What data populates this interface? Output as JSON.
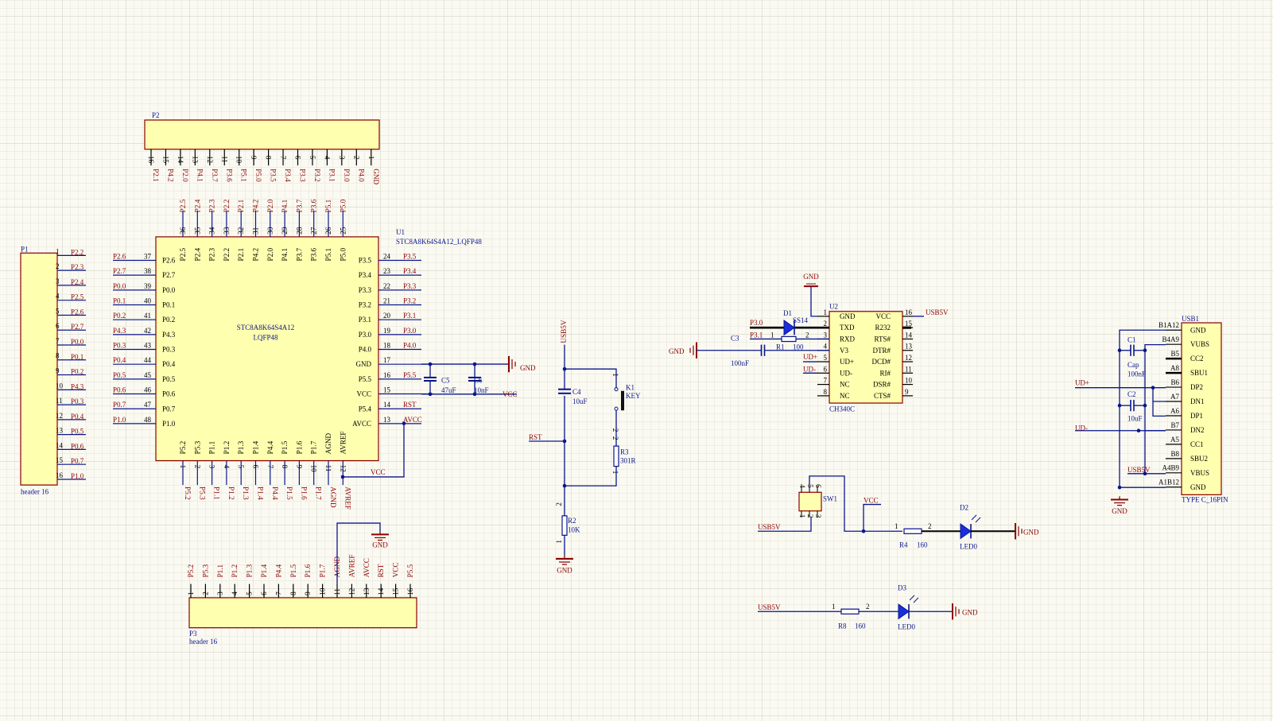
{
  "colors": {
    "wire": "#0a168c",
    "net": "#8b0000",
    "body_fill": "#ffffb0",
    "body_stroke": "#8b0000",
    "pin": "#000000",
    "part_label": "#0a168c"
  },
  "P1": {
    "designator": "P1",
    "comment": "header 16",
    "pins": [
      "1",
      "2",
      "3",
      "4",
      "5",
      "6",
      "7",
      "8",
      "9",
      "10",
      "11",
      "12",
      "13",
      "14",
      "15",
      "16"
    ],
    "nets": [
      "P2.2",
      "P2.3",
      "P2.4",
      "P2.5",
      "P2.6",
      "P2.7",
      "P0.0",
      "P0.1",
      "P0.2",
      "P4.3",
      "P0.3",
      "P0.4",
      "P0.5",
      "P0.6",
      "P0.7",
      "P1.0"
    ]
  },
  "P2": {
    "designator": "P2",
    "pins": [
      "16",
      "15",
      "14",
      "13",
      "12",
      "11",
      "10",
      "9",
      "8",
      "7",
      "6",
      "5",
      "4",
      "3",
      "2",
      "1"
    ],
    "nets": [
      "P2.1",
      "P4.2",
      "P2.0",
      "P4.1",
      "P3.7",
      "P3.6",
      "P5.1",
      "P5.0",
      "P3.5",
      "P3.4",
      "P3.3",
      "P3.2",
      "P3.1",
      "P3.0",
      "P4.0",
      "GND"
    ]
  },
  "P3": {
    "designator": "P3",
    "comment": "header 16",
    "pins": [
      "1",
      "2",
      "3",
      "4",
      "5",
      "6",
      "7",
      "8",
      "9",
      "10",
      "11",
      "12",
      "13",
      "14",
      "15",
      "16"
    ],
    "nets": [
      "P5.2",
      "P5.3",
      "P1.1",
      "P1.2",
      "P1.3",
      "P1.4",
      "P4.4",
      "P1.5",
      "P1.6",
      "P1.7",
      "AGND",
      "AVREF",
      "AVCC",
      "RST",
      "VCC",
      "P5.5"
    ]
  },
  "U1": {
    "designator": "U1",
    "comment": "STC8A8K64S4A12_LQFP48",
    "center": [
      "STC8A8K64S4A12",
      "LQFP48"
    ],
    "left": {
      "pins": [
        "37",
        "38",
        "39",
        "40",
        "41",
        "42",
        "43",
        "44",
        "45",
        "46",
        "47",
        "48"
      ],
      "names": [
        "P2.6",
        "P2.7",
        "P0.0",
        "P0.1",
        "P0.2",
        "P4.3",
        "P0.3",
        "P0.4",
        "P0.5",
        "P0.6",
        "P0.7",
        "P1.0"
      ],
      "nets": [
        "P2.6",
        "P2.7",
        "P0.0",
        "P0.1",
        "P0.2",
        "P4.3",
        "P0.3",
        "P0.4",
        "P0.5",
        "P0.6",
        "P0.7",
        "P1.0"
      ]
    },
    "right": {
      "pins": [
        "24",
        "23",
        "22",
        "21",
        "20",
        "19",
        "18",
        "17",
        "16",
        "15",
        "14",
        "13"
      ],
      "names": [
        "P3.5",
        "P3.4",
        "P3.3",
        "P3.2",
        "P3.1",
        "P3.0",
        "P4.0",
        "GND",
        "P5.5",
        "VCC",
        "P5.4",
        "AVCC"
      ],
      "nets": [
        "P3.5",
        "P3.4",
        "P3.3",
        "P3.2",
        "P3.1",
        "P3.0",
        "P4.0",
        "",
        "P5.5",
        "",
        "RST",
        "AVCC"
      ]
    },
    "top": {
      "pins": [
        "36",
        "35",
        "34",
        "33",
        "32",
        "31",
        "30",
        "29",
        "28",
        "27",
        "26",
        "25"
      ],
      "names": [
        "P2.5",
        "P2.4",
        "P2.3",
        "P2.2",
        "P2.1",
        "P4.2",
        "P2.0",
        "P4.1",
        "P3.7",
        "P3.6",
        "P5.1",
        "P5.0"
      ],
      "nets": [
        "P2.5",
        "P2.4",
        "P2.3",
        "P2.2",
        "P2.1",
        "P4.2",
        "P2.0",
        "P4.1",
        "P3.7",
        "P3.6",
        "P5.1",
        "P5.0"
      ]
    },
    "bottom": {
      "pins": [
        "1",
        "2",
        "3",
        "4",
        "5",
        "6",
        "7",
        "8",
        "9",
        "10",
        "11",
        "12"
      ],
      "names": [
        "P5.2",
        "P5.3",
        "P1.1",
        "P1.2",
        "P1.3",
        "P1.4",
        "P4.4",
        "P1.5",
        "P1.6",
        "P1.7",
        "AGND",
        "AVREF"
      ],
      "nets": [
        "P5.2",
        "P5.3",
        "P1.1",
        "P1.2",
        "P1.3",
        "P1.4",
        "P4.4",
        "P1.5",
        "P1.6",
        "P1.7",
        "AGND",
        "AVREF"
      ]
    },
    "avref_net": "VCC"
  },
  "decoupling": {
    "gnd": "GND",
    "vcc": "VCC",
    "C5": {
      "ref": "C5",
      "value": "47uF"
    },
    "C6": {
      "ref": "C6",
      "value": "10nF"
    }
  },
  "p3_gnd": "GND",
  "reset": {
    "supply": "USB5V",
    "rst": "RST",
    "gnd": "GND",
    "C4": {
      "ref": "C4",
      "value": "10uF"
    },
    "K1": {
      "ref": "K1",
      "value": "KEY",
      "pins": [
        "1",
        "2"
      ]
    },
    "R3": {
      "ref": "R3",
      "value": "301R",
      "pins": [
        "2",
        "1"
      ]
    },
    "R2": {
      "ref": "R2",
      "value": "10K",
      "pins": [
        "2",
        "1"
      ]
    }
  },
  "U2": {
    "designator": "U2",
    "comment": "CH340C",
    "left": {
      "pins": [
        "1",
        "2",
        "3",
        "4",
        "5",
        "6",
        "7",
        "8"
      ],
      "names": [
        "GND",
        "TXD",
        "RXD",
        "V3",
        "UD+",
        "UD-",
        "NC",
        "NC"
      ]
    },
    "right": {
      "pins": [
        "16",
        "15",
        "14",
        "13",
        "12",
        "11",
        "10",
        "9"
      ],
      "names": [
        "VCC",
        "R232",
        "RTS#",
        "DTR#",
        "DCD#",
        "RI#",
        "DSR#",
        "CTS#"
      ]
    },
    "gnd": "GND",
    "vcc_net": "USB5V",
    "ud_plus": "UD+",
    "ud_minus": "UD-",
    "tx_net": "P3.0",
    "rx_net": "P3.1",
    "D1": {
      "ref": "D1",
      "value": "SS14"
    },
    "R1": {
      "ref": "R1",
      "value": "100",
      "pins": [
        "1",
        "2"
      ]
    },
    "C3": {
      "ref": "C3",
      "value": "100nF",
      "gnd": "GND"
    }
  },
  "USB1": {
    "designator": "USB1",
    "comment": "TYPE C_16PIN",
    "pins": [
      "B1A12",
      "B4A9",
      "B5",
      "A8",
      "B6",
      "A7",
      "A6",
      "B7",
      "A5",
      "B8",
      "A4B9",
      "A1B12"
    ],
    "names": [
      "GND",
      "VUBS",
      "CC2",
      "SBU1",
      "DP2",
      "DN1",
      "DP1",
      "DN2",
      "CC1",
      "SBU2",
      "VBUS",
      "GND"
    ],
    "ud_plus": "UD+",
    "ud_minus": "UD-",
    "vbus_net": "USB5V",
    "gnd": "GND",
    "C1": {
      "ref": "C1",
      "type": "Cap",
      "value": "100nF"
    },
    "C2": {
      "ref": "C2",
      "value": "10uF"
    }
  },
  "power": {
    "SW1": {
      "ref": "SW1",
      "pins_top": [
        "4",
        "5",
        "6"
      ],
      "pins_bottom": [
        "1",
        "2",
        "3"
      ]
    },
    "supply": "USB5V",
    "vcc": "VCC",
    "R4": {
      "ref": "R4",
      "value": "160",
      "pins": [
        "1",
        "2"
      ]
    },
    "D2": {
      "ref": "D2",
      "value": "LED0"
    },
    "gnd": "GND"
  },
  "indicator": {
    "supply": "USB5V",
    "R8": {
      "ref": "R8",
      "value": "160",
      "pins": [
        "1",
        "2"
      ]
    },
    "D3": {
      "ref": "D3",
      "value": "LED0"
    },
    "gnd": "GND"
  }
}
